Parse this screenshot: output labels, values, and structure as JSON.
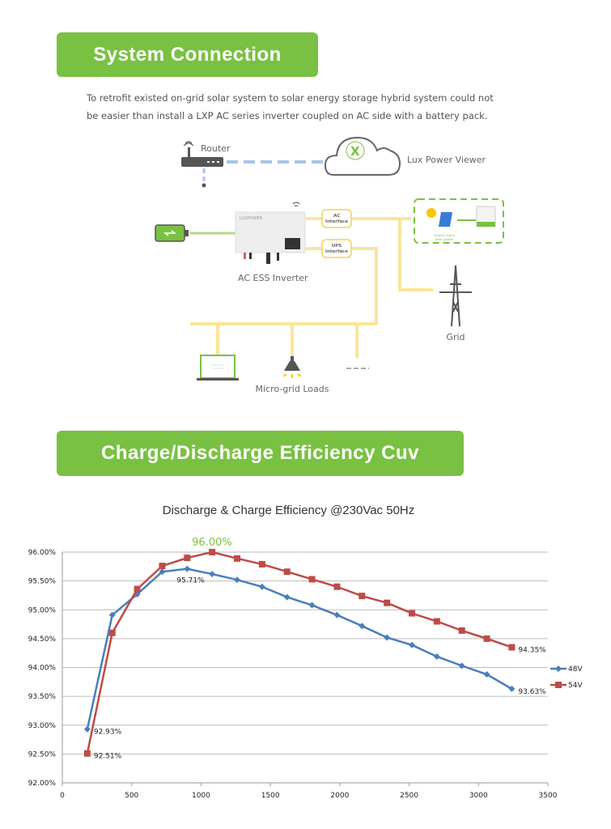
{
  "section1": {
    "title": "System Connection",
    "paragraph": [
      "To retrofit existed on-grid solar system to solar energy storage hybrid system could not",
      "be easier than install a LXP AC series inverter coupled on AC side with a battery pack."
    ]
  },
  "diagram": {
    "router": "Router",
    "cloud": "Lux Power Viewer",
    "inverter": "AC ESS Inverter",
    "inverter_brand": "LUXPOWER",
    "ac_interface": [
      "AC",
      "Interface"
    ],
    "ups_interface": [
      "UPS",
      "Interface"
    ],
    "solar_system": [
      "Existed Ongrid",
      "Solar System"
    ],
    "grid": "Grid",
    "loads": "Micro-grid Loads"
  },
  "section2": {
    "title": "Charge/Discharge Efficiency Cuv"
  },
  "chart_data": {
    "type": "line",
    "title": "Discharge & Charge Efficiency @230Vac 50Hz",
    "xlabel": "",
    "ylabel": "",
    "xlim": [
      0,
      3500
    ],
    "ylim": [
      92,
      96
    ],
    "x_ticks": [
      "0",
      "500",
      "1000",
      "1500",
      "2000",
      "2500",
      "3000",
      "3500"
    ],
    "y_ticks": [
      "92.00%",
      "92.50%",
      "93.00%",
      "93.50%",
      "94.00%",
      "94.50%",
      "95.00%",
      "95.50%",
      "96.00%"
    ],
    "grid": "horizontal",
    "legend": "right",
    "x": [
      180,
      360,
      540,
      720,
      900,
      1080,
      1260,
      1440,
      1620,
      1800,
      1980,
      2160,
      2340,
      2520,
      2700,
      2880,
      3060,
      3240
    ],
    "series": [
      {
        "name": "48V",
        "color": "#4a7ebb",
        "marker": "diamond",
        "values": [
          92.93,
          94.91,
          95.27,
          95.66,
          95.71,
          95.62,
          95.52,
          95.4,
          95.22,
          95.08,
          94.91,
          94.72,
          94.52,
          94.39,
          94.19,
          94.03,
          93.88,
          93.63
        ]
      },
      {
        "name": "54V",
        "color": "#be4b48",
        "marker": "square",
        "values": [
          92.51,
          94.6,
          95.36,
          95.76,
          95.9,
          96.0,
          95.89,
          95.79,
          95.66,
          95.53,
          95.4,
          95.24,
          95.12,
          94.94,
          94.8,
          94.64,
          94.5,
          94.35
        ]
      }
    ],
    "annotations": [
      {
        "text": "96.00%",
        "color": "#7dc242",
        "series": "54V",
        "index": 5,
        "pos": "above"
      },
      {
        "text": "95.71%",
        "series": "48V",
        "index": 4,
        "pos": "below"
      },
      {
        "text": "92.93%",
        "series": "48V",
        "index": 0,
        "pos": "right"
      },
      {
        "text": "92.51%",
        "series": "54V",
        "index": 0,
        "pos": "right"
      },
      {
        "text": "94.35%",
        "series": "54V",
        "index": 17,
        "pos": "right"
      },
      {
        "text": "93.63%",
        "series": "48V",
        "index": 17,
        "pos": "right"
      }
    ]
  }
}
